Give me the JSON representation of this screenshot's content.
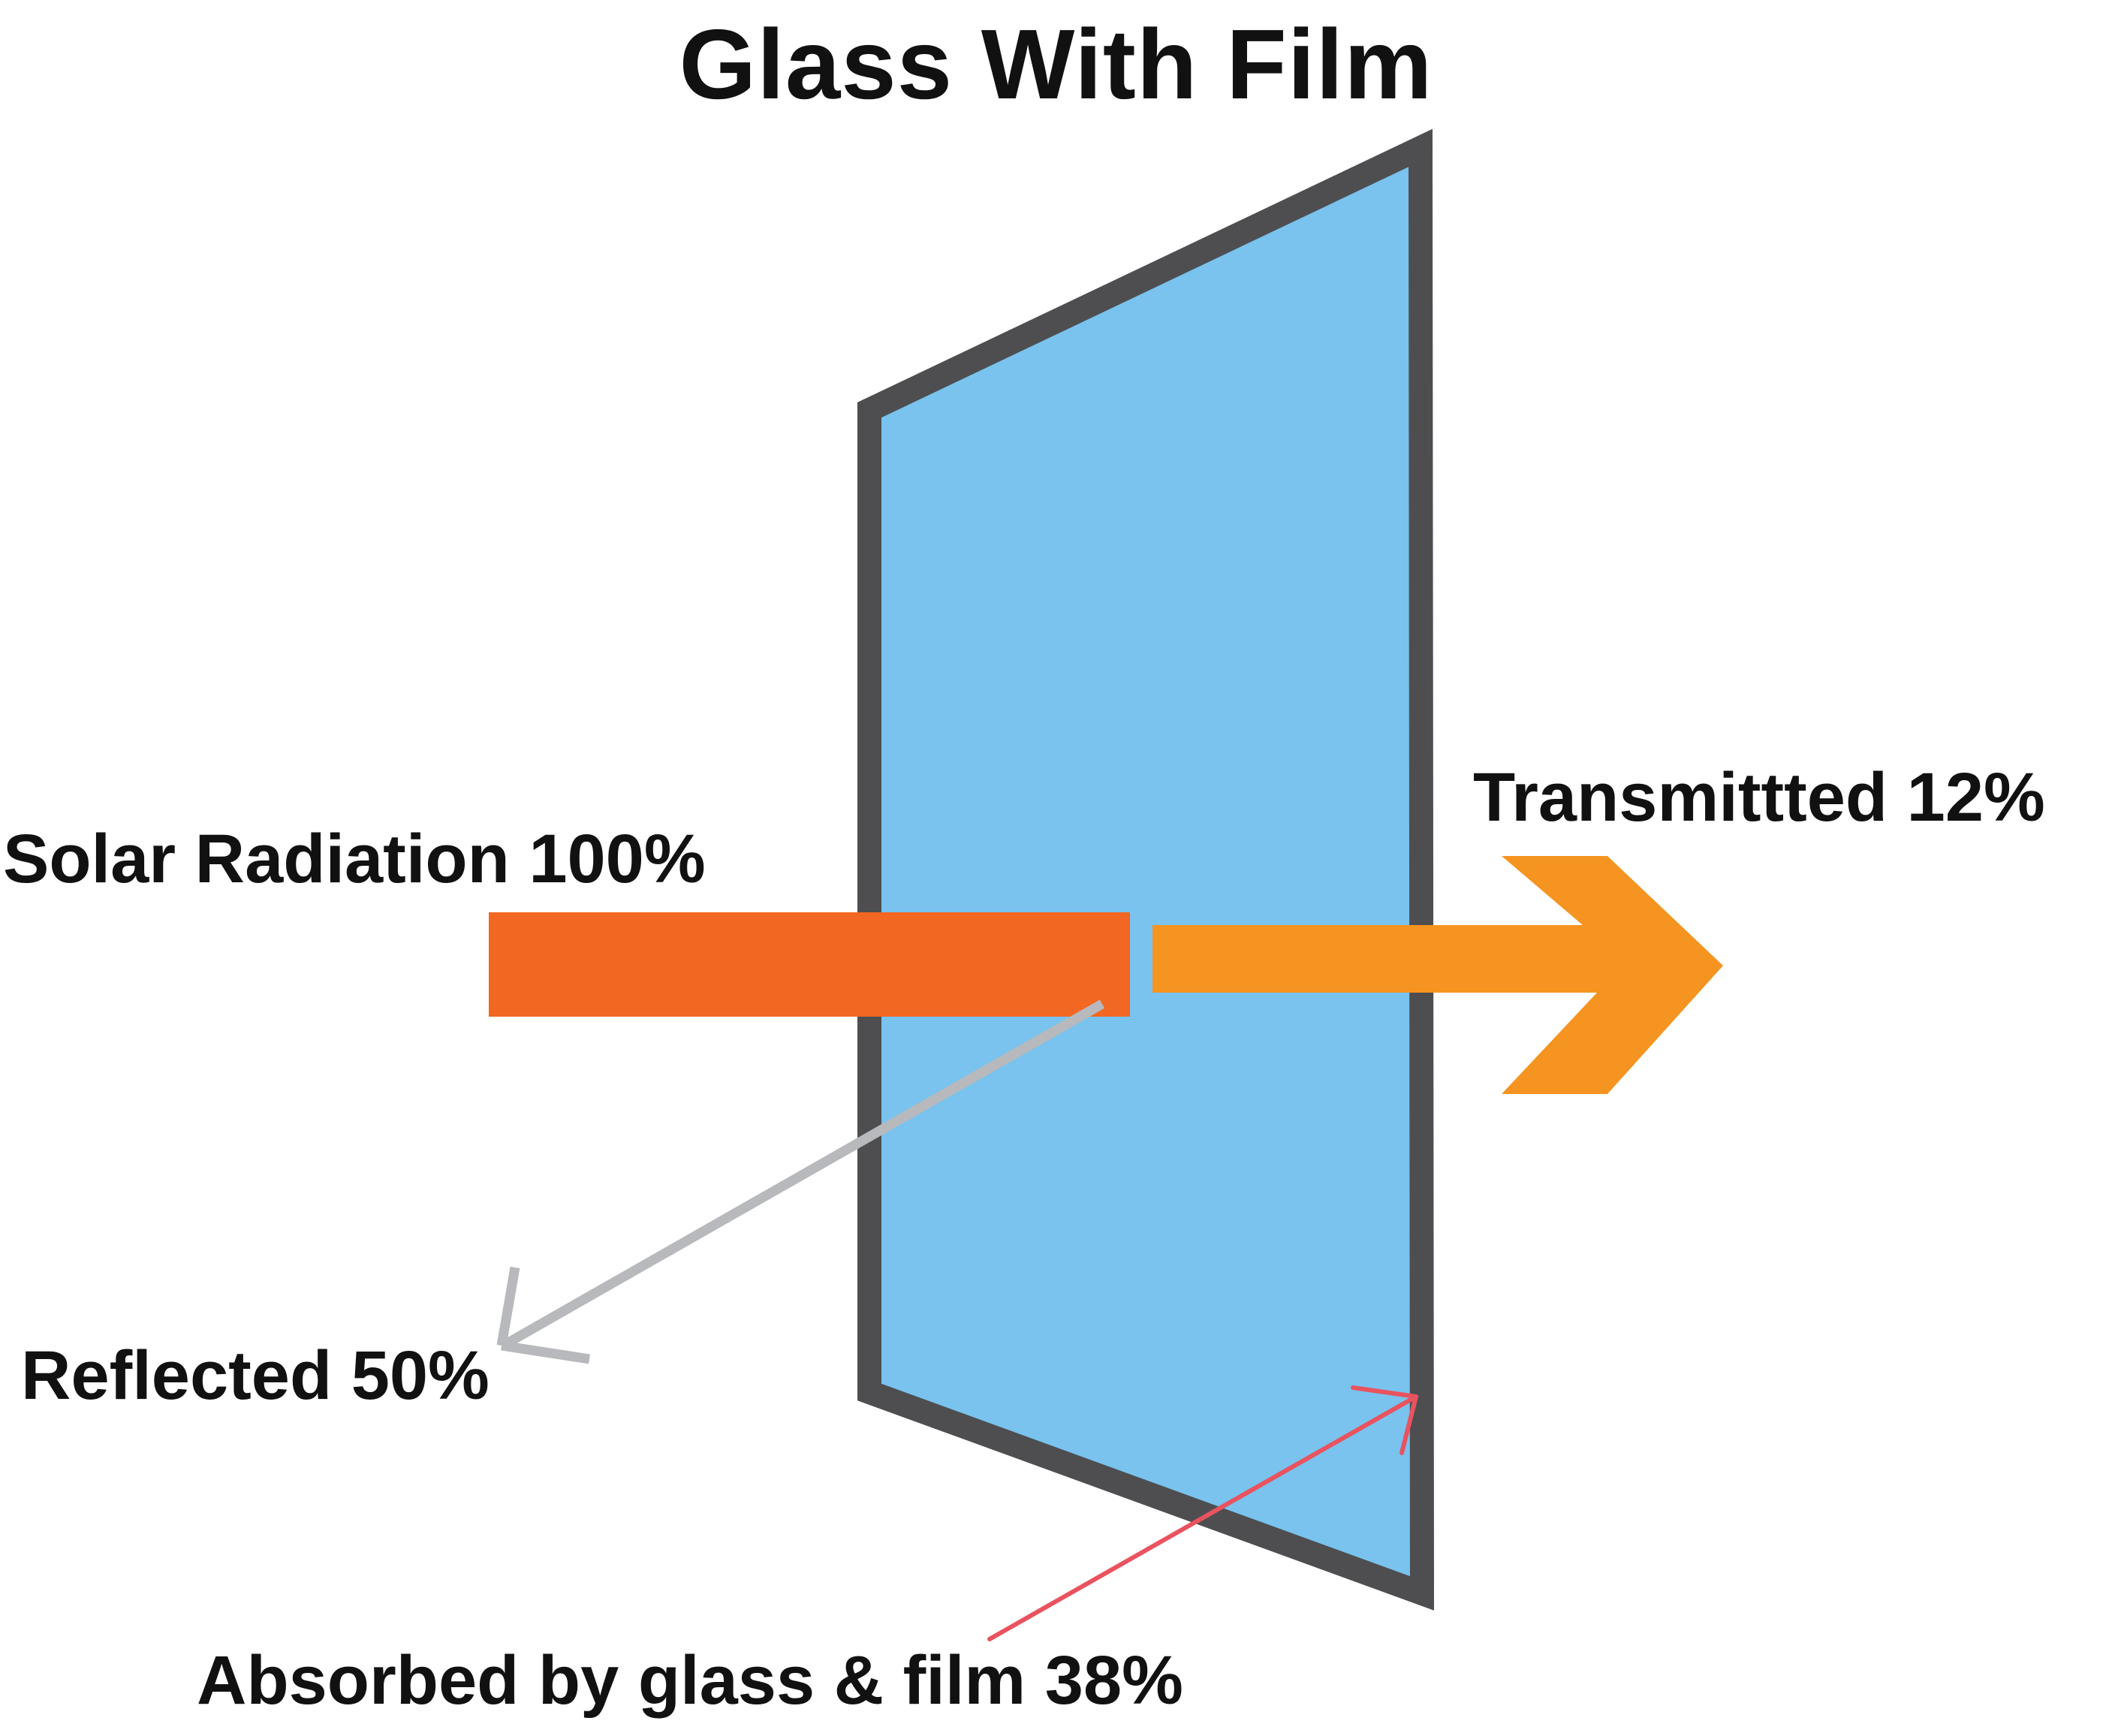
{
  "title": "Glass With Film",
  "labels": {
    "solar": "Solar Radiation 100%",
    "transmitted": "Transmittted 12%",
    "reflected": "Reflected 50%",
    "absorbed": "Absorbed by glass & film 38%"
  },
  "colors": {
    "glass_fill": "#79C3EE",
    "glass_frame": "#4E4E50",
    "incoming_arrow": "#F26722",
    "transmitted_arrow": "#F59420",
    "reflected_arrow": "#B8B9BC",
    "absorbed_arrow": "#E9535F",
    "text": "#111111"
  }
}
